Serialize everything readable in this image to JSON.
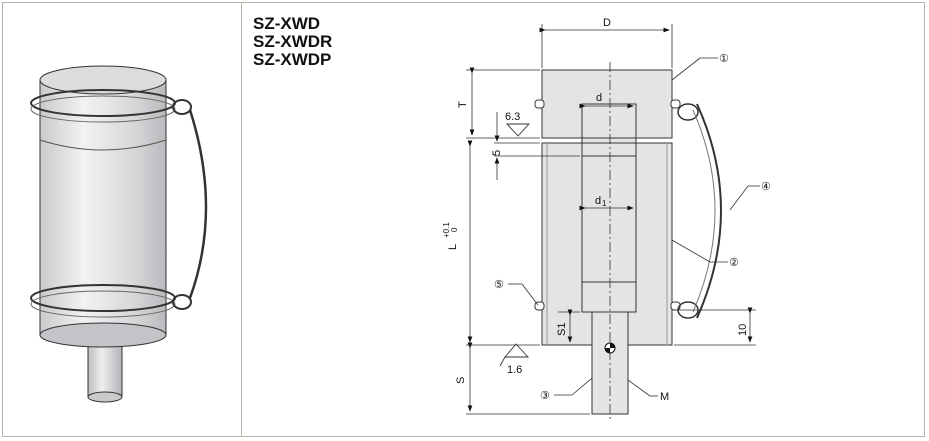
{
  "models": [
    "SZ-XWD",
    "SZ-XWDR",
    "SZ-XWDP"
  ],
  "dimensions": {
    "D": "D",
    "d": "d",
    "d1": "d",
    "d1_sub": "1",
    "T": "T",
    "five": "5",
    "L": "L",
    "L_tol_upper": "+0.1",
    "L_tol_lower": "0",
    "S1": "S1",
    "S": "S",
    "ten": "10",
    "M": "M"
  },
  "surface_finish": {
    "rough_1": "6.3",
    "rough_2": "1.6"
  },
  "callouts": [
    "①",
    "②",
    "③",
    "④",
    "⑤"
  ],
  "colors": {
    "body_fill": "#e3e4e5",
    "line": "#111111",
    "frame": "#b8b3a6"
  }
}
